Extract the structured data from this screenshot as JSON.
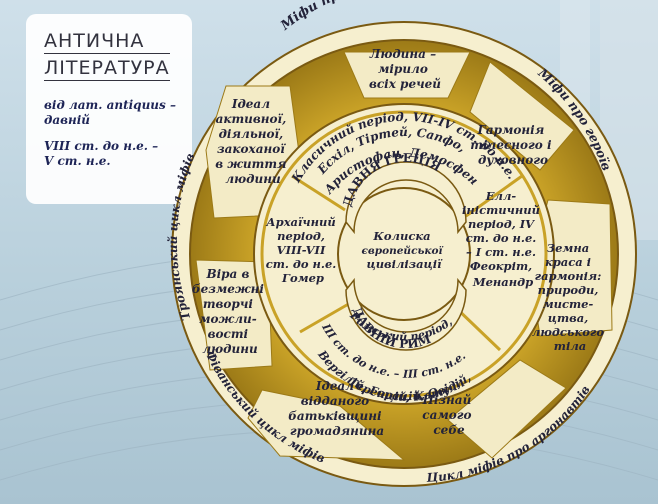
{
  "title": {
    "line1": "АНТИЧНА",
    "line2": "ЛІТЕРАТУРА"
  },
  "note": {
    "etymology_1": "від лат. antiquus –",
    "etymology_2": "давній",
    "period_1": "VIII ст. до н.е. –",
    "period_2": "V ст. н.е."
  },
  "rim": {
    "top": "Міфи про богів",
    "top_right": "Міфи про героїв",
    "top_left": "Троянський цикл міфів",
    "bottom_left": "Фіванський цикл міфів",
    "bottom_right": "Цикл міфів про аргонавтів"
  },
  "outer_segments": [
    [
      "Людина –",
      "мірило",
      "всіх речей"
    ],
    [
      "Гармонія",
      "тілесного і",
      "духовного"
    ],
    [
      "Земна",
      "краса і",
      "гармонія:",
      "природи,",
      "мисте-",
      "цтва,",
      "людського",
      "тіла"
    ],
    [
      "Пізнай",
      "самого",
      "себе"
    ],
    [
      "Ідеал",
      "відданого",
      "батьківщині",
      "громадянина"
    ],
    [
      "Віра в",
      "безмежні",
      "творчі",
      "можли-",
      "вості",
      "людини"
    ],
    [
      "Ідеал",
      "активної,",
      "діяльної,",
      "закоханої",
      "в життя",
      "людини"
    ]
  ],
  "periods": {
    "classic": [
      "Класичний період, VII-IV ст. до н.е.",
      "Есхіл, Тіртей, Сапфо,",
      "Аристофан, Демосфен"
    ],
    "hellenistic": [
      "Елл-",
      "іністичний",
      "період, IV",
      "ст. до н.е.",
      "– I ст. н.е.",
      "Феокріт,",
      "Менандр"
    ],
    "roman": [
      "Римський період,",
      "III ст. до н.е. – III ст. н.е.",
      "Вергілій, Горацій, Овідій,",
      "Теренцій, Катулл"
    ],
    "archaic": [
      "Архаїчний",
      "період,",
      "VIII-VII",
      "ст. до н.е.",
      "Гомер"
    ]
  },
  "banners": {
    "greece": "ДАВНЯ ГРЕЦІЯ",
    "rome": "ДАВНІЙ РИМ"
  },
  "center": [
    "Колиска",
    "європейської",
    "цивілізації"
  ],
  "colors": {
    "gold": "#c9a227",
    "cream": "#f6efcf",
    "ring_dark": "#7a5a12",
    "text": "#23233a",
    "bg": "#c4d8e3"
  }
}
